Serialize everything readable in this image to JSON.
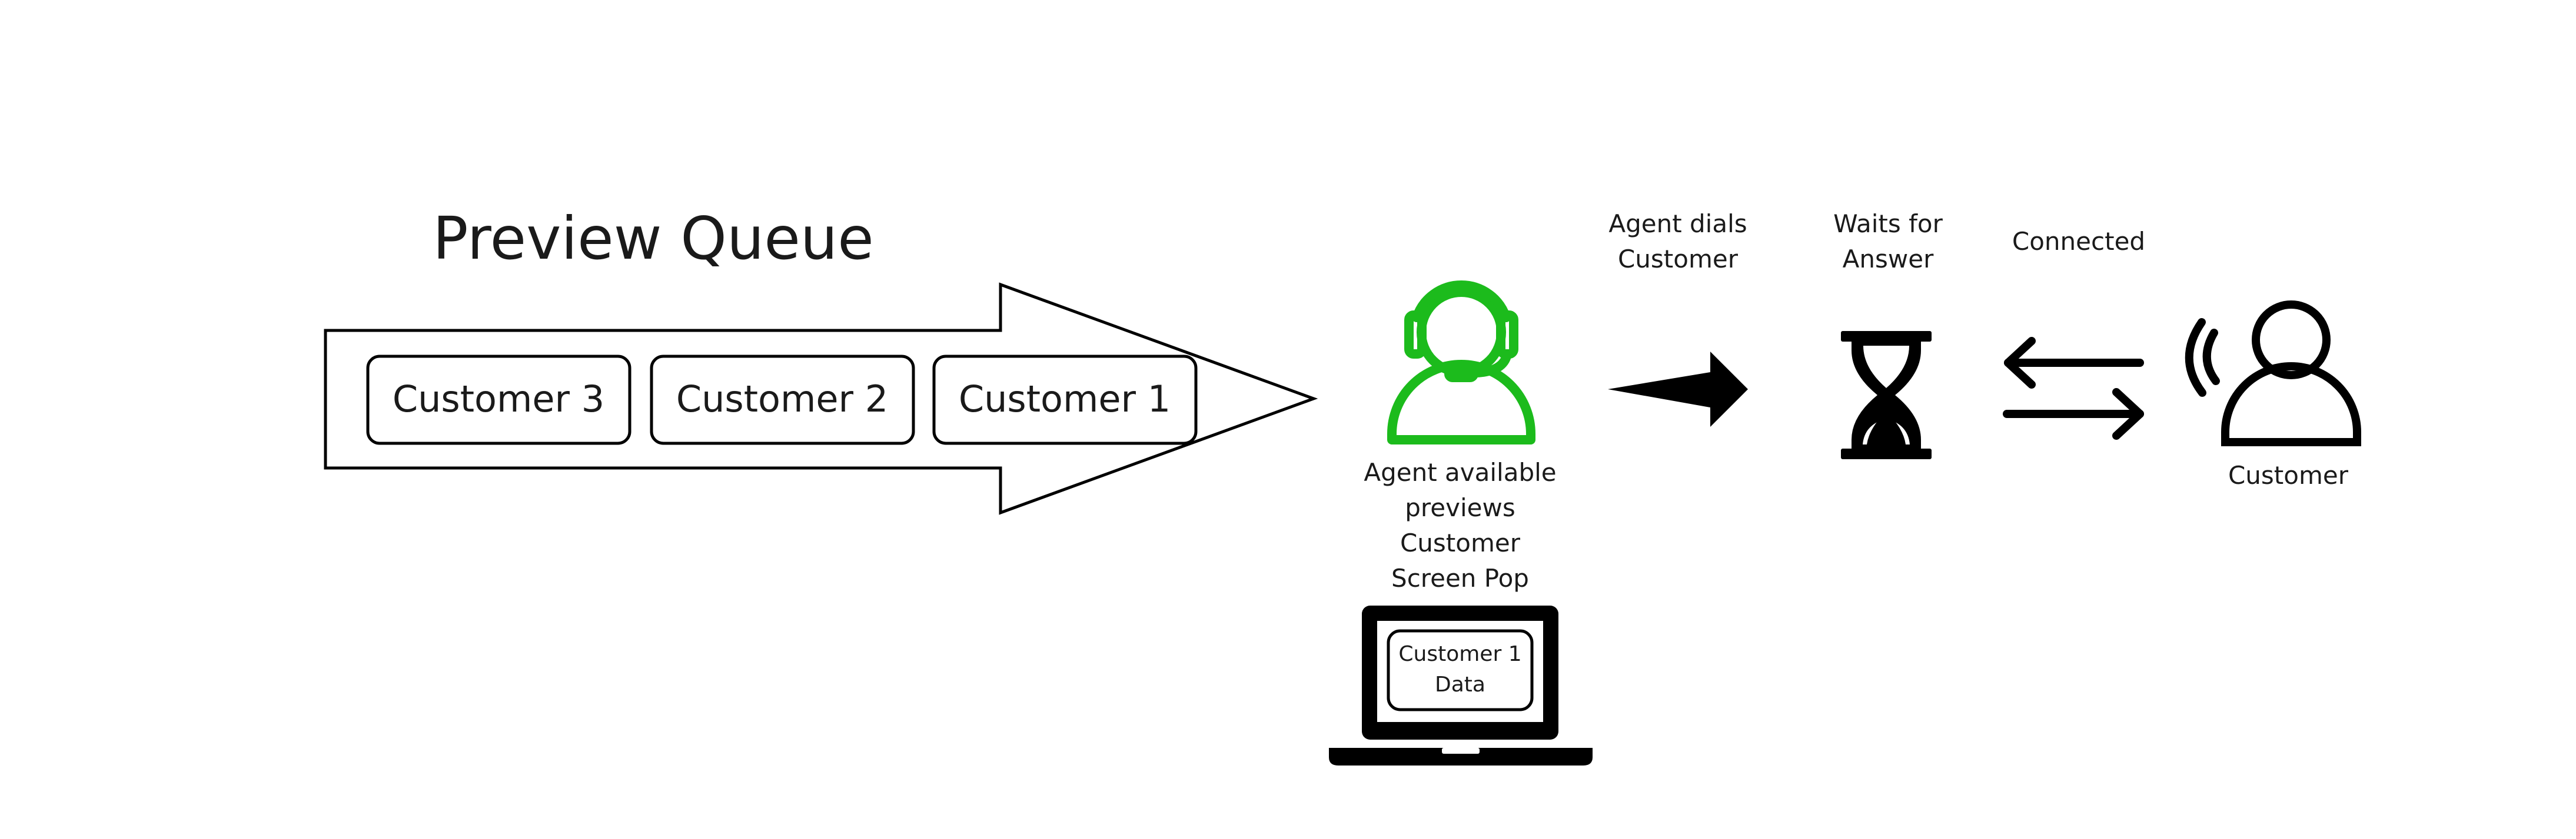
{
  "title": "Preview Queue",
  "queue": [
    "Customer 3",
    "Customer 2",
    "Customer 1"
  ],
  "agent_caption": [
    "Agent available",
    "previews",
    "Customer",
    "Screen Pop"
  ],
  "laptop_screen": [
    "Customer 1",
    "Data"
  ],
  "steps": {
    "dial": [
      "Agent dials",
      "Customer"
    ],
    "wait": [
      "Waits for",
      "Answer"
    ],
    "connected": "Connected"
  },
  "customer_label": "Customer",
  "colors": {
    "agent": "#1cbb1c",
    "ink": "#000000"
  },
  "icons": [
    "headset-agent-icon",
    "laptop-icon",
    "arrow-right-icon",
    "hourglass-icon",
    "swap-arrows-icon",
    "person-calling-icon"
  ]
}
